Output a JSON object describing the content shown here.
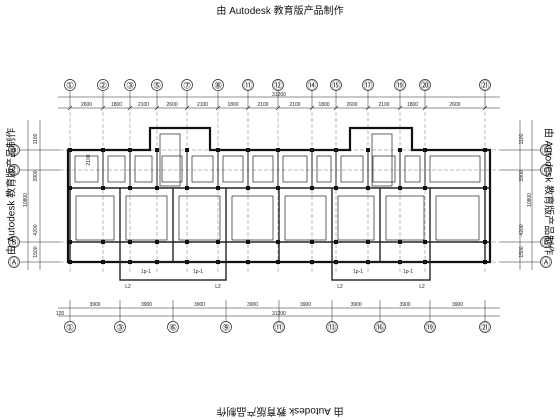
{
  "watermark": {
    "top": "由 Autodesk 教育版产品制作",
    "bottom": "由 Autodesk 教育版产品制作",
    "left": "由 Autodesk 教育版产品制作",
    "right": "由 Autodesk 教育版产品制作"
  },
  "plan": {
    "top_axes": [
      "①",
      "②",
      "③",
      "⑤",
      "⑦",
      "⑧",
      "⑪",
      "⑫",
      "⑭",
      "⑮",
      "⑰",
      "⑲",
      "⑳",
      "㉑"
    ],
    "bottom_axes": [
      "①",
      "③",
      "⑥",
      "⑨",
      "⑪",
      "⑬",
      "⑯",
      "⑲",
      "㉑"
    ],
    "left_axes": [
      "Ⓓ",
      "Ⓒ",
      "Ⓑ",
      "Ⓐ"
    ],
    "right_axes": [
      "Ⓓ",
      "Ⓒ",
      "Ⓑ",
      "Ⓐ"
    ],
    "top_dims": [
      "2600",
      "1800",
      "2100",
      "2600",
      "2100",
      "1800",
      "2100",
      "2100",
      "1800",
      "2600",
      "2100",
      "1800",
      "2600"
    ],
    "top_overall": "31200",
    "bottom_dims": [
      "3900",
      "3900",
      "3900",
      "3900",
      "3900",
      "3900",
      "3900",
      "3900"
    ],
    "bottom_overall": "31200",
    "bottom_offset": "120",
    "side_dims_left": [
      "1100",
      "3900",
      "4200",
      "1500"
    ],
    "side_dims_right": [
      "1100",
      "3900",
      "4200",
      "1500"
    ],
    "side_overall": "10800",
    "side_inner": "2100",
    "balcony_labels": [
      "L2",
      "L2",
      "L2",
      "L2"
    ],
    "slab_label": "1p-1"
  }
}
